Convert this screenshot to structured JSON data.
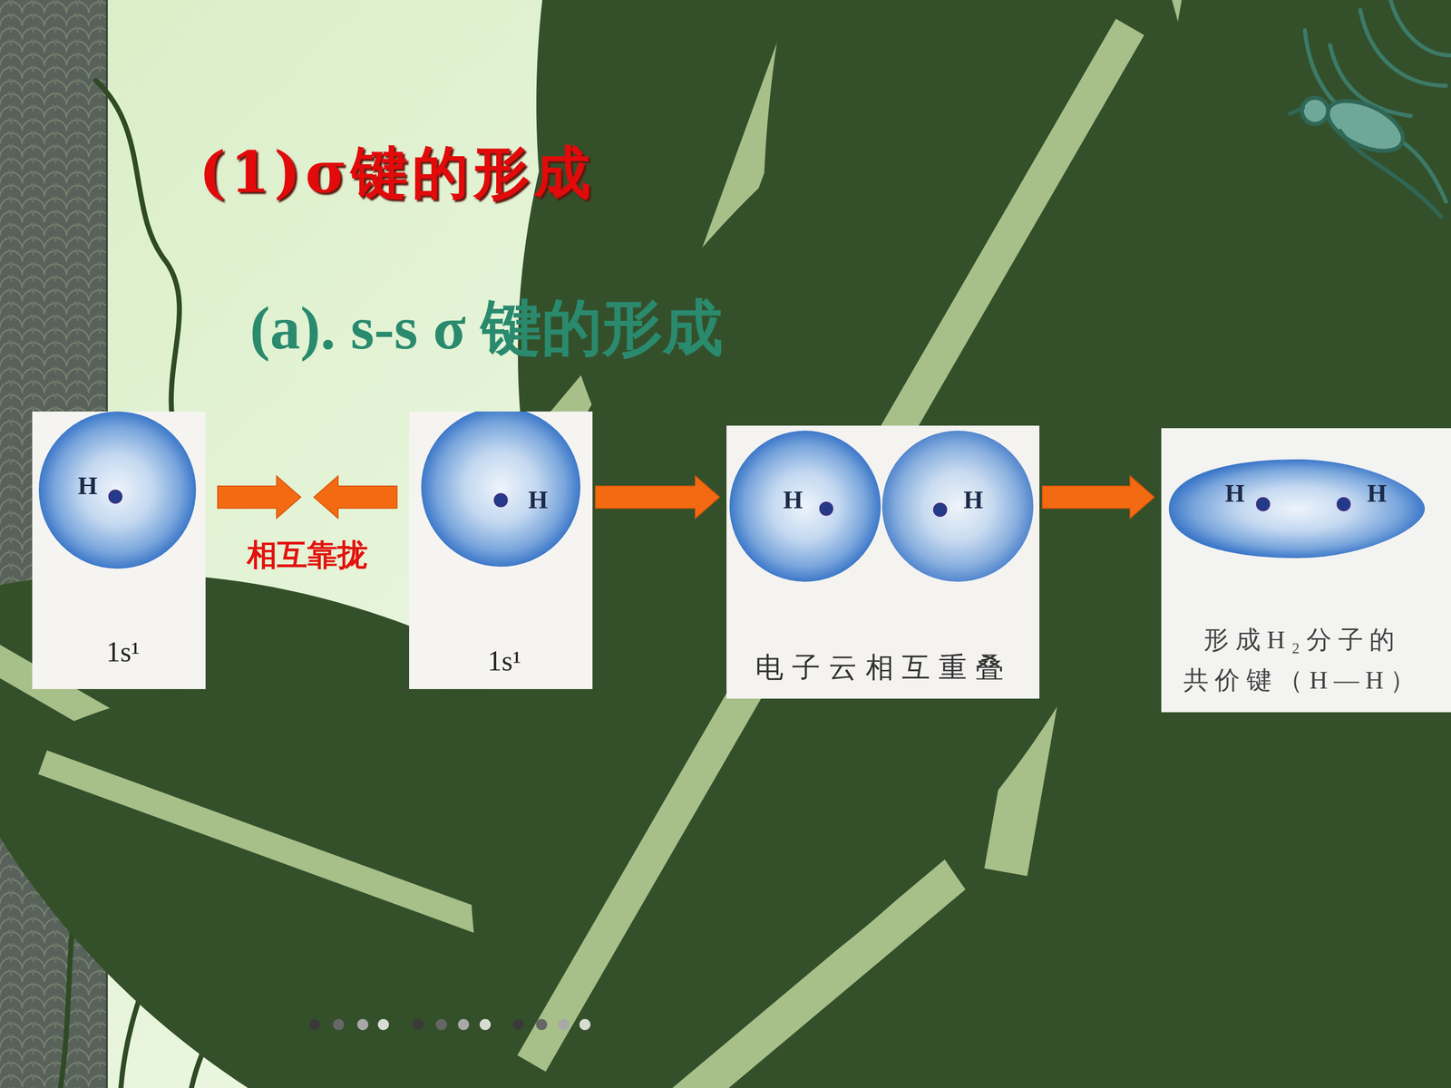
{
  "diagram": {
    "title": "(1)σ键的形成",
    "nodes": [
      {
        "text": [
          "H",
          "1s¹"
        ]
      },
      {
        "text": [
          "H",
          "1s¹"
        ]
      },
      {
        "text": [
          "H",
          "H",
          "电子云相互重叠"
        ]
      },
      {
        "text": [
          "H",
          "H",
          "形成H₂分子的 共价键（H—H）"
        ]
      }
    ],
    "edges": [
      {
        "from": 0,
        "to": 1,
        "arrow": "to",
        "label": "相互靠拢"
      },
      {
        "from": 1,
        "to": 0,
        "arrow": "to"
      },
      {
        "from": 1,
        "to": 2,
        "arrow": "to"
      },
      {
        "from": 2,
        "to": 3,
        "arrow": "to"
      }
    ],
    "labels": [
      "(a). s-s σ 键的形成"
    ]
  }
}
